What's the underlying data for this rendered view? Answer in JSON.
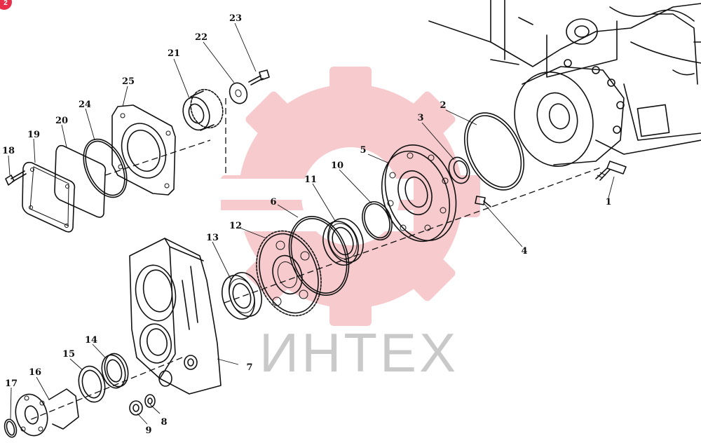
{
  "badge": "2",
  "watermark": {
    "text": "ИНТЕХ",
    "color": "#f2a0a6",
    "text_color": "#c9c9c9"
  },
  "callouts": [
    "1",
    "2",
    "3",
    "4",
    "5",
    "6",
    "7",
    "8",
    "9",
    "10",
    "11",
    "12",
    "13",
    "14",
    "15",
    "16",
    "17",
    "18",
    "19",
    "20",
    "21",
    "22",
    "23",
    "24",
    "25"
  ]
}
